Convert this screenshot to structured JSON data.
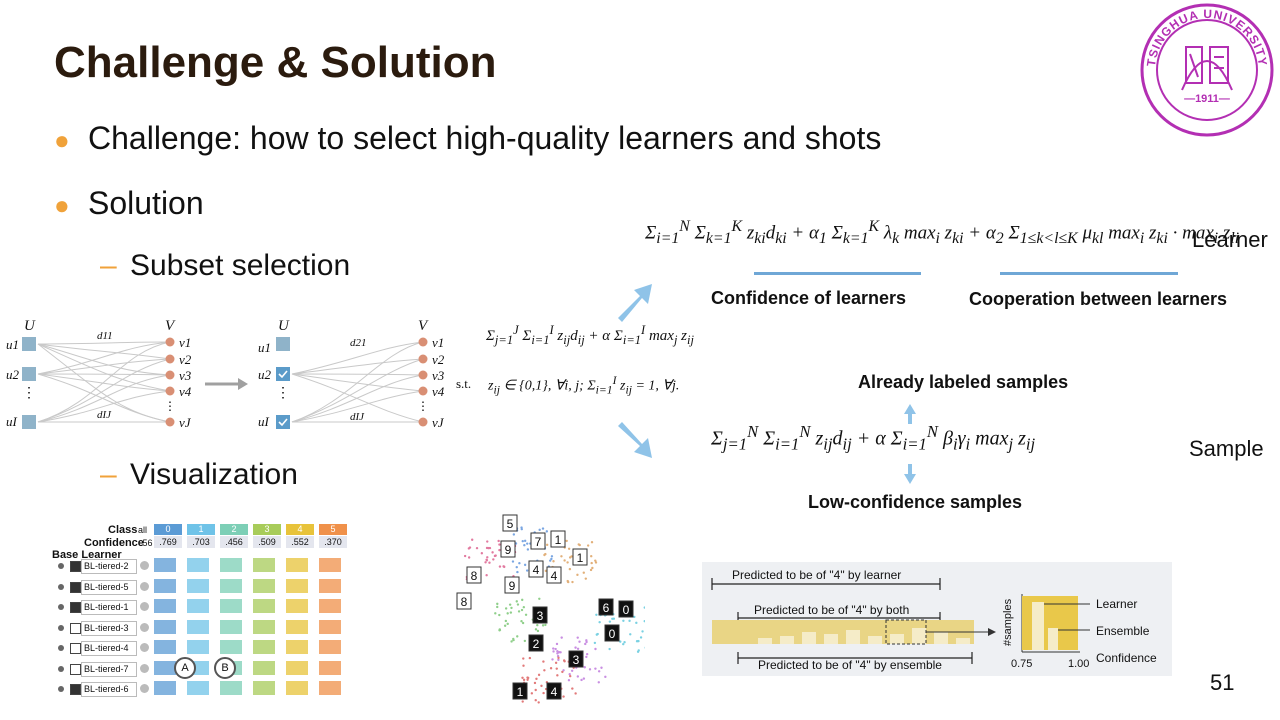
{
  "slide": {
    "title": "Challenge & Solution",
    "bullet_challenge": "Challenge: how to select high-quality learners and shots",
    "bullet_solution": "Solution",
    "sub_subset": "Subset selection",
    "sub_visualization": "Visualization",
    "page_number": "51",
    "accent_color": "#f0a23a"
  },
  "logo": {
    "text_top": "TSINGHUA UNIVERSITY",
    "year": "1911",
    "color": "#b32fb3"
  },
  "bipartite": {
    "left_set": "U",
    "right_set": "V",
    "left_nodes": [
      "u1",
      "u2",
      "uI"
    ],
    "right_nodes": [
      "v1",
      "v2",
      "v3",
      "v4",
      "vJ"
    ],
    "edge_top_left": "d11",
    "edge_bottom_left": "dIJ",
    "edge_top_right": "d21",
    "edge_bottom_right": "dIJ"
  },
  "formulas": {
    "st_label": "s.t.",
    "learner_label": "Learner",
    "sample_label": "Sample",
    "confidence_caption": "Confidence of learners",
    "cooperation_caption": "Cooperation between learners",
    "already_labeled": "Already labeled samples",
    "low_confidence": "Low-confidence samples"
  },
  "learner_table": {
    "class_label": "Class",
    "confidence_label": "Confidence",
    "base_learner_label": "Base Learner",
    "all_label": "all",
    "classes": [
      "0",
      "1",
      "2",
      "3",
      "4",
      "5"
    ],
    "confidences": [
      ".56",
      ".769",
      ".703",
      ".456",
      ".509",
      ".552",
      ".370"
    ],
    "class_colors": [
      "#5b9bd5",
      "#6fc3e8",
      "#7dcfb6",
      "#a8cc5a",
      "#e8c33a",
      "#f0914a"
    ],
    "learners": [
      {
        "name": "BL-tiered-2",
        "checked": true
      },
      {
        "name": "BL-tiered-5",
        "checked": true
      },
      {
        "name": "BL-tiered-1",
        "checked": true
      },
      {
        "name": "BL-tiered-3",
        "checked": false
      },
      {
        "name": "BL-tiered-4",
        "checked": false
      },
      {
        "name": "BL-tiered-7",
        "checked": false
      },
      {
        "name": "BL-tiered-6",
        "checked": true
      }
    ],
    "marker_a": "A",
    "marker_b": "B"
  },
  "scatter": {
    "digits": [
      "5",
      "9",
      "7",
      "1",
      "1",
      "4",
      "4",
      "9",
      "8",
      "8",
      "3",
      "6",
      "0",
      "2",
      "0",
      "3",
      "1",
      "4"
    ]
  },
  "histogram": {
    "pred_learner": "Predicted to be of \"4\" by learner",
    "pred_both": "Predicted to be of \"4\" by both",
    "pred_ensemble": "Predicted to be of \"4\" by ensemble",
    "y_axis": "#samples",
    "x_min": "0.75",
    "x_max": "1.00",
    "x_axis": "Confidence",
    "legend_learner": "Learner",
    "legend_ensemble": "Ensemble"
  }
}
